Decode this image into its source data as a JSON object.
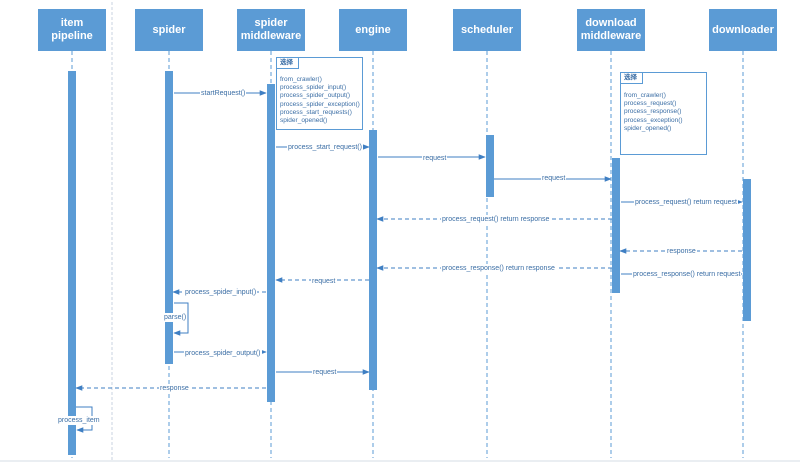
{
  "participants": [
    {
      "id": "item_pipeline",
      "label": "item pipeline"
    },
    {
      "id": "spider",
      "label": "spider"
    },
    {
      "id": "spider_middleware",
      "label": "spider\nmiddleware"
    },
    {
      "id": "engine",
      "label": "engine"
    },
    {
      "id": "scheduler",
      "label": "scheduler"
    },
    {
      "id": "download_middleware",
      "label": "download\nmiddleware"
    },
    {
      "id": "downloader",
      "label": "downloader"
    }
  ],
  "notes": [
    {
      "id": "spider_middleware_note",
      "tab": "选择",
      "methods": [
        "from_crawler()",
        "process_spider_input()",
        "process_spider_output()",
        "process_spider_exception()",
        "process_start_requests()",
        "spider_opened()"
      ]
    },
    {
      "id": "download_middleware_note",
      "tab": "选择",
      "methods": [
        "from_crawler()",
        "process_request()",
        "process_response()",
        "process_exception()",
        "spider_opened()"
      ]
    }
  ],
  "messages": [
    {
      "id": "start_requests",
      "label": "startRequest()",
      "from": "spider",
      "to": "spider_middleware",
      "style": "solid"
    },
    {
      "id": "process_start_requests",
      "label": "process_start_request()",
      "from": "spider_middleware",
      "to": "engine",
      "style": "solid"
    },
    {
      "id": "request_to_scheduler",
      "label": "request",
      "from": "engine",
      "to": "scheduler",
      "style": "solid"
    },
    {
      "id": "request_to_download_mw",
      "label": "request",
      "from": "scheduler",
      "to": "download_middleware",
      "style": "solid"
    },
    {
      "id": "process_request_to_downloader",
      "label": "process_request() return request",
      "from": "download_middleware",
      "to": "downloader",
      "style": "solid"
    },
    {
      "id": "process_request_return_response",
      "label": "process_request() return response",
      "from": "download_middleware",
      "to": "engine",
      "style": "dashed"
    },
    {
      "id": "response_from_downloader",
      "label": "response",
      "from": "downloader",
      "to": "download_middleware",
      "style": "dashed"
    },
    {
      "id": "process_response_return_response",
      "label": "process_response() return response",
      "from": "download_middleware",
      "to": "engine",
      "style": "dashed"
    },
    {
      "id": "process_response_return_request",
      "label": "process_response() return request",
      "from": "download_middleware",
      "to": "downloader",
      "style": "solid"
    },
    {
      "id": "request_back_to_spider_mw",
      "label": "request",
      "from": "engine",
      "to": "spider_middleware",
      "style": "dashed"
    },
    {
      "id": "process_spider_input",
      "label": "process_spider_input()",
      "from": "spider_middleware",
      "to": "spider",
      "style": "dashed"
    },
    {
      "id": "parse",
      "label": "parse()",
      "from": "spider",
      "to": "spider",
      "style": "solid"
    },
    {
      "id": "process_spider_output",
      "label": "process_spider_output()",
      "from": "spider",
      "to": "spider_middleware",
      "style": "solid"
    },
    {
      "id": "request_to_engine",
      "label": "request",
      "from": "spider_middleware",
      "to": "engine",
      "style": "solid"
    },
    {
      "id": "response_to_pipeline",
      "label": "response",
      "from": "spider_middleware",
      "to": "item_pipeline",
      "style": "dashed"
    },
    {
      "id": "process_item",
      "label": "process_item",
      "from": "item_pipeline",
      "to": "item_pipeline",
      "style": "solid"
    }
  ],
  "colors": {
    "header_fill": "#5b9bd5",
    "activation_fill": "#5b9bd5",
    "lifeline": "#5b9bd5",
    "label_text": "#3b6ea5",
    "separator": "#c8d3e0"
  }
}
